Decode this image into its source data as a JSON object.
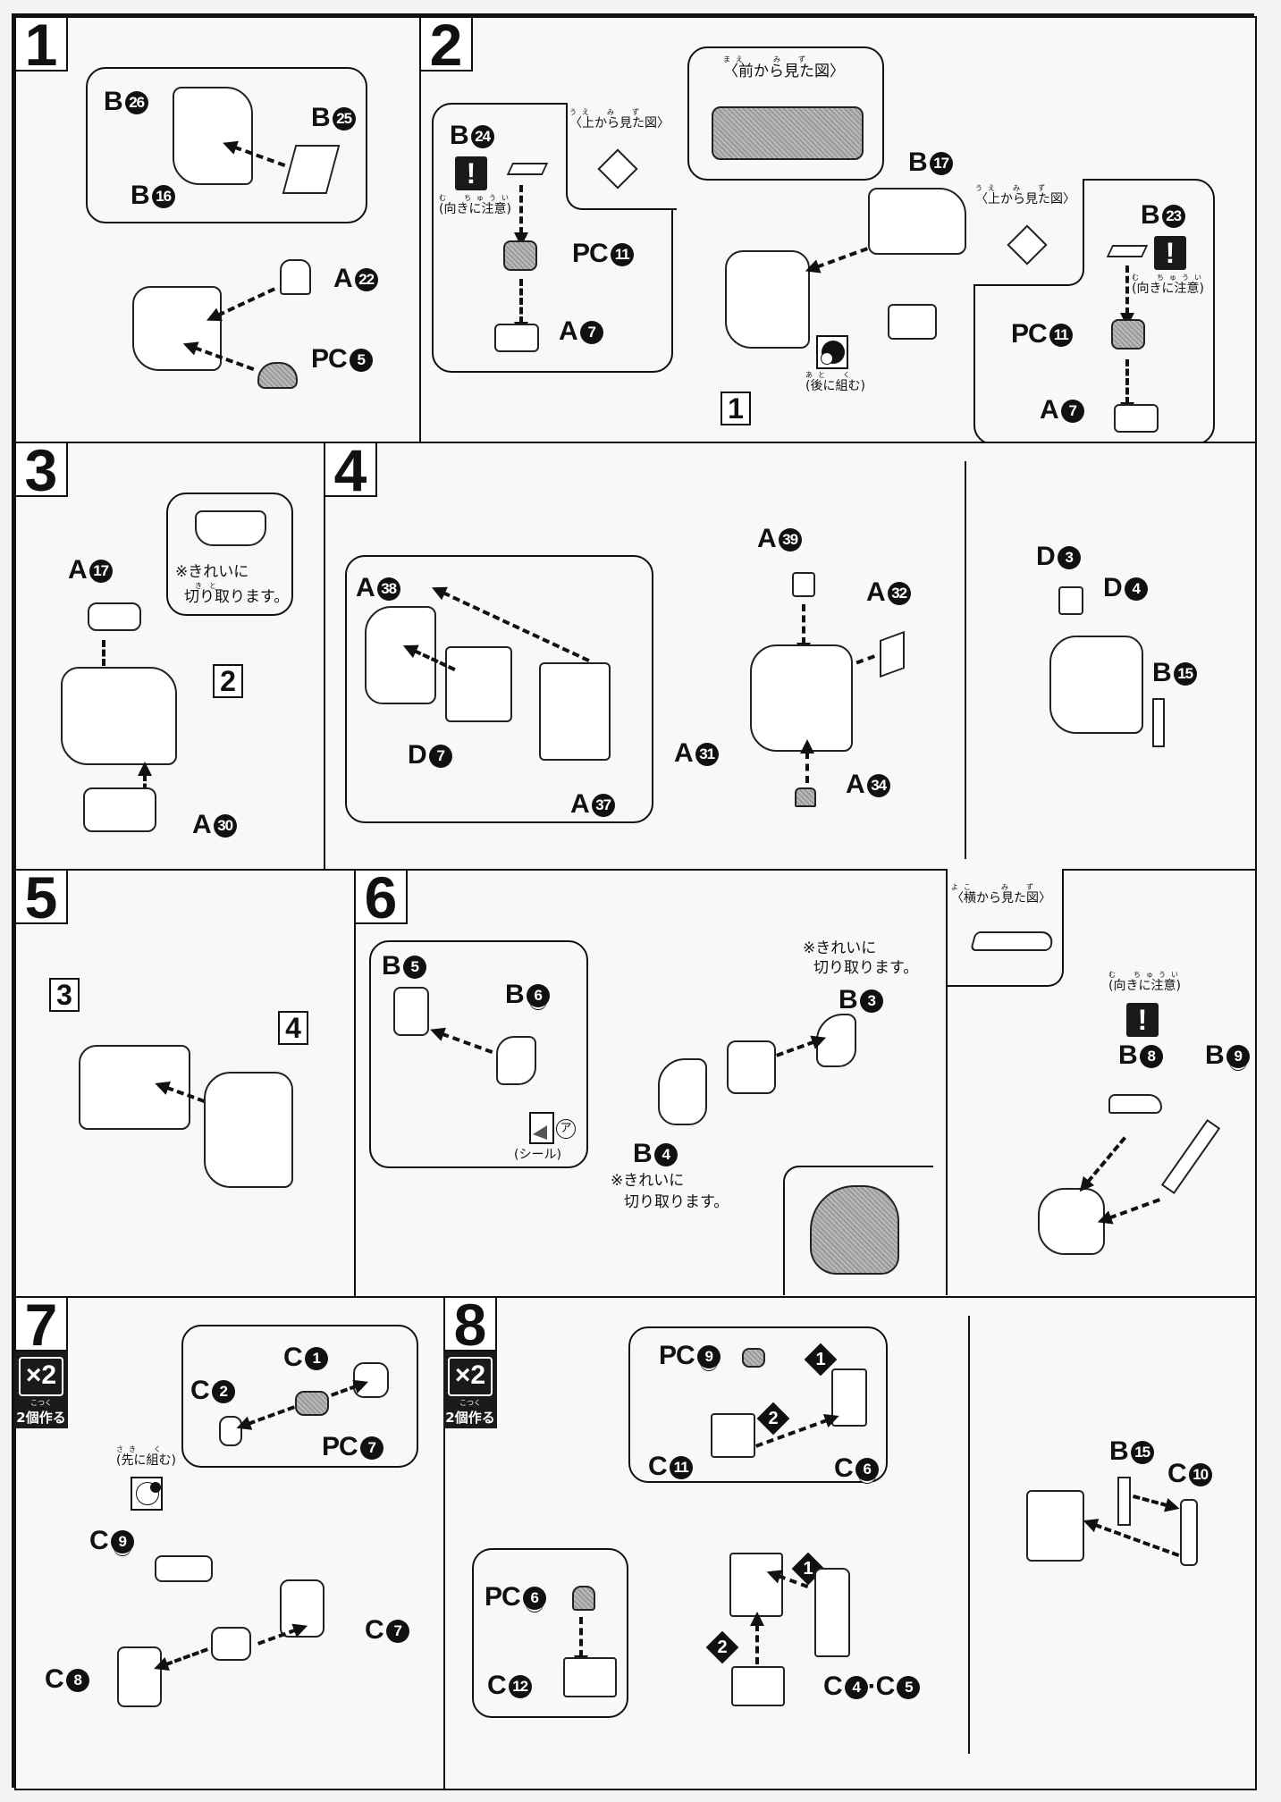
{
  "steps": [
    {
      "number": "1",
      "labels": [
        "B",
        "26",
        "B",
        "25",
        "B",
        "16",
        "A",
        "22",
        "PC",
        "5"
      ]
    },
    {
      "number": "2"
    },
    {
      "number": "3"
    },
    {
      "number": "4"
    },
    {
      "number": "5"
    },
    {
      "number": "6"
    },
    {
      "number": "7",
      "multiplier": "×2",
      "multiplier_ruby": "こつく",
      "multiplier_label": "2個作る"
    },
    {
      "number": "8",
      "multiplier": "×2",
      "multiplier_ruby": "こつく",
      "multiplier_label": "2個作る"
    }
  ],
  "step1": {
    "parts": {
      "b26": {
        "letter": "B",
        "num": "26"
      },
      "b25": {
        "letter": "B",
        "num": "25"
      },
      "b16": {
        "letter": "B",
        "num": "16"
      },
      "a22": {
        "letter": "A",
        "num": "22"
      },
      "pc5": {
        "letter": "PC",
        "num": "5"
      }
    }
  },
  "step2": {
    "top_view_label": "〈上から見た図〉",
    "top_view_ruby": "うえ　み　ず",
    "front_view_label": "〈前から見た図〉",
    "front_view_ruby": "まえ　　み　ず",
    "caution_label": "(向きに注意)",
    "caution_ruby": "む　ちゅうい",
    "later_label": "(後に組む)",
    "later_ruby": "あと　く",
    "ref_step": "1",
    "parts": {
      "b24": {
        "letter": "B",
        "num": "24"
      },
      "pc11_left": {
        "letter": "PC",
        "num": "11"
      },
      "a7_left": {
        "letter": "A",
        "num": "7"
      },
      "b17": {
        "letter": "B",
        "num": "17"
      },
      "b23": {
        "letter": "B",
        "num": "23"
      },
      "pc11_right": {
        "letter": "PC",
        "num": "11"
      },
      "a7_right": {
        "letter": "A",
        "num": "7"
      }
    }
  },
  "step3": {
    "ref_step": "2",
    "note_line1": "※きれいに",
    "note_ruby": "き　と",
    "note_line2": "切り取ります。",
    "parts": {
      "a17": {
        "letter": "A",
        "num": "17"
      },
      "a30": {
        "letter": "A",
        "num": "30"
      }
    }
  },
  "step4": {
    "parts": {
      "a38": {
        "letter": "A",
        "num": "38"
      },
      "d7": {
        "letter": "D",
        "num": "7"
      },
      "a37": {
        "letter": "A",
        "num": "37"
      },
      "a39": {
        "letter": "A",
        "num": "39"
      },
      "a32": {
        "letter": "A",
        "num": "32"
      },
      "a31": {
        "letter": "A",
        "num": "31"
      },
      "a34": {
        "letter": "A",
        "num": "34"
      },
      "d3": {
        "letter": "D",
        "num": "3"
      },
      "d4": {
        "letter": "D",
        "num": "4"
      },
      "b15": {
        "letter": "B",
        "num": "15"
      }
    }
  },
  "step5": {
    "ref_a": "3",
    "ref_b": "4"
  },
  "step6": {
    "side_view_label": "〈横から見た図〉",
    "side_view_ruby": "よこ　　み　ず",
    "caution_label": "(向きに注意)",
    "caution_ruby": "む　ちゅうい",
    "sticker_label": "(シール)",
    "sticker_id": "ア",
    "note_line1": "※きれいに",
    "note_ruby": "き　と",
    "note_line2": "切り取ります。",
    "parts": {
      "b5": {
        "letter": "B",
        "num": "5"
      },
      "b6": {
        "letter": "B",
        "num": "6"
      },
      "b3": {
        "letter": "B",
        "num": "3"
      },
      "b4": {
        "letter": "B",
        "num": "4"
      },
      "b8": {
        "letter": "B",
        "num": "8"
      },
      "b9": {
        "letter": "B",
        "num": "9"
      }
    }
  },
  "step7": {
    "first_label": "(先に組む)",
    "first_ruby": "さき　く",
    "parts": {
      "c1": {
        "letter": "C",
        "num": "1"
      },
      "c2": {
        "letter": "C",
        "num": "2"
      },
      "pc7": {
        "letter": "PC",
        "num": "7"
      },
      "c9": {
        "letter": "C",
        "num": "9"
      },
      "c7": {
        "letter": "C",
        "num": "7"
      },
      "c8": {
        "letter": "C",
        "num": "8"
      }
    }
  },
  "step8": {
    "order": [
      "1",
      "2"
    ],
    "parts": {
      "pc9": {
        "letter": "PC",
        "num": "9"
      },
      "c11": {
        "letter": "C",
        "num": "11"
      },
      "c6": {
        "letter": "C",
        "num": "6"
      },
      "pc6": {
        "letter": "PC",
        "num": "6"
      },
      "c12": {
        "letter": "C",
        "num": "12"
      },
      "c4c5": {
        "text": "C4·C5",
        "letter1": "C",
        "num1": "4",
        "letter2": "C",
        "num2": "5"
      },
      "b15": {
        "letter": "B",
        "num": "15"
      },
      "c10": {
        "letter": "C",
        "num": "10"
      }
    }
  }
}
